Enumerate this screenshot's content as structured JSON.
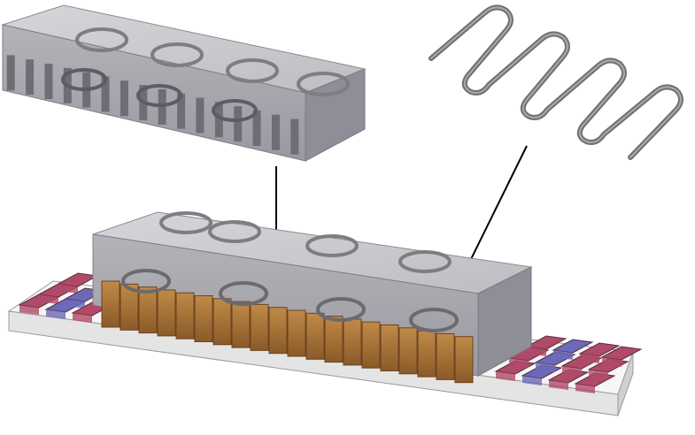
{
  "colors": {
    "block_top": "#c9c9cd",
    "block_front": "#a9a8ae",
    "block_side": "#8e8c96",
    "coil_wire": "#7d7d82",
    "coil_brown": "#a8743a",
    "magnet_red": "#b04a68",
    "magnet_blue": "#6a6ab8",
    "base_plate": "#f2f2f2",
    "leader_line": "#000000"
  },
  "components": [
    {
      "name": "coil-holder-block",
      "icon": "slotted-block"
    },
    {
      "name": "serpentine-coil",
      "icon": "meander-wire"
    },
    {
      "name": "assembled-motor",
      "icon": "linear-motor-assembly"
    }
  ]
}
